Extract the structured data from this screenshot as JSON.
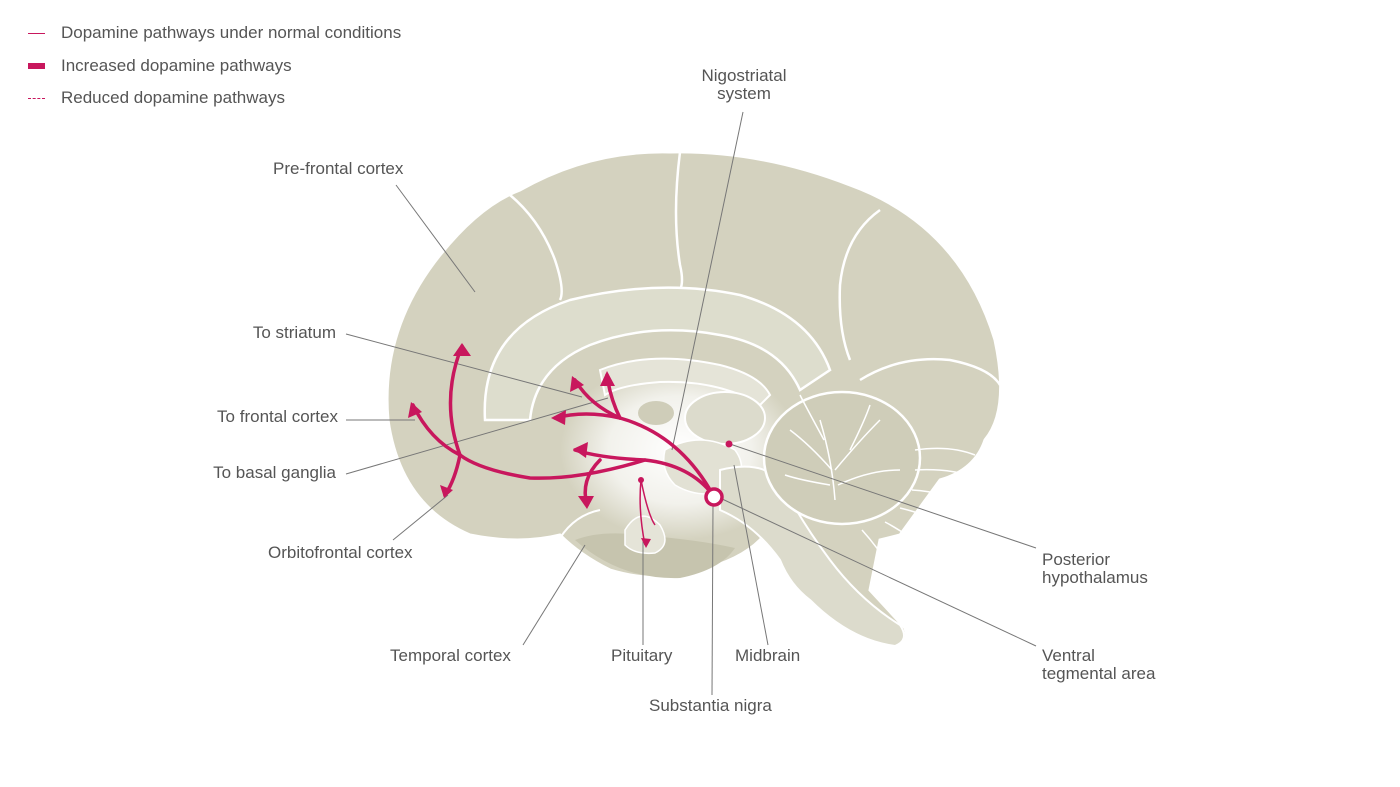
{
  "legend": {
    "normal": "Dopamine pathways under normal conditions",
    "increased": "Increased dopamine pathways",
    "reduced": "Reduced dopamine pathways"
  },
  "labels": {
    "nigostriatal_line1": "Nigostriatal",
    "nigostriatal_line2": "system",
    "prefrontal": "Pre-frontal cortex",
    "to_striatum": "To striatum",
    "to_frontal": "To frontal cortex",
    "to_basal": "To basal ganglia",
    "orbitofrontal": "Orbitofrontal cortex",
    "temporal": "Temporal cortex",
    "pituitary": "Pituitary",
    "midbrain": "Midbrain",
    "substantia": "Substantia nigra",
    "posterior_line1": "Posterior",
    "posterior_line2": "hypothalamus",
    "ventral_line1": "Ventral",
    "ventral_line2": "tegmental area"
  },
  "colors": {
    "pathway": "#c8175d",
    "brain_fill": "#d4d2bf",
    "leader_line": "#777777",
    "label_text": "#555555"
  }
}
